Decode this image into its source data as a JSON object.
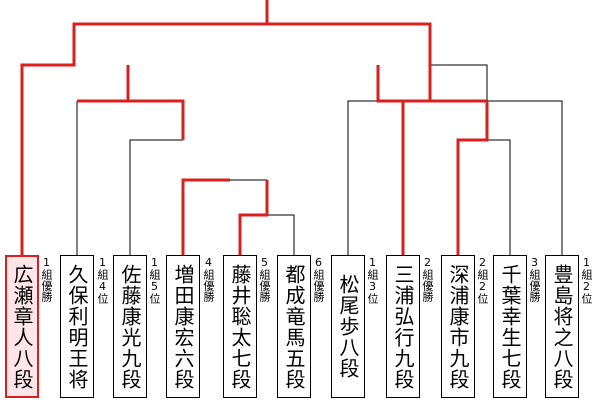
{
  "colors": {
    "win": "#d9201f",
    "line": "#000000",
    "champion_fill": "#fde5e8"
  },
  "players": [
    {
      "name": "広瀬章人八段",
      "note": "1組優勝",
      "champion": true
    },
    {
      "name": "久保利明王将",
      "note": "1組4位",
      "champion": false
    },
    {
      "name": "佐藤康光九段",
      "note": "1組5位",
      "champion": false
    },
    {
      "name": "増田康宏六段",
      "note": "4組優勝",
      "champion": false
    },
    {
      "name": "藤井聡太七段",
      "note": "5組優勝",
      "champion": false
    },
    {
      "name": "都成竜馬五段",
      "note": "6組優勝",
      "champion": false
    },
    {
      "name": "松尾歩八段",
      "note": "1組3位",
      "champion": false
    },
    {
      "name": "三浦弘行九段",
      "note": "2組優勝",
      "champion": false
    },
    {
      "name": "深浦康市九段",
      "note": "2組2位",
      "champion": false
    },
    {
      "name": "千葉幸生七段",
      "note": "3組優勝",
      "champion": false
    },
    {
      "name": "豊島将之八段",
      "note": "1組2位",
      "champion": false
    }
  ]
}
